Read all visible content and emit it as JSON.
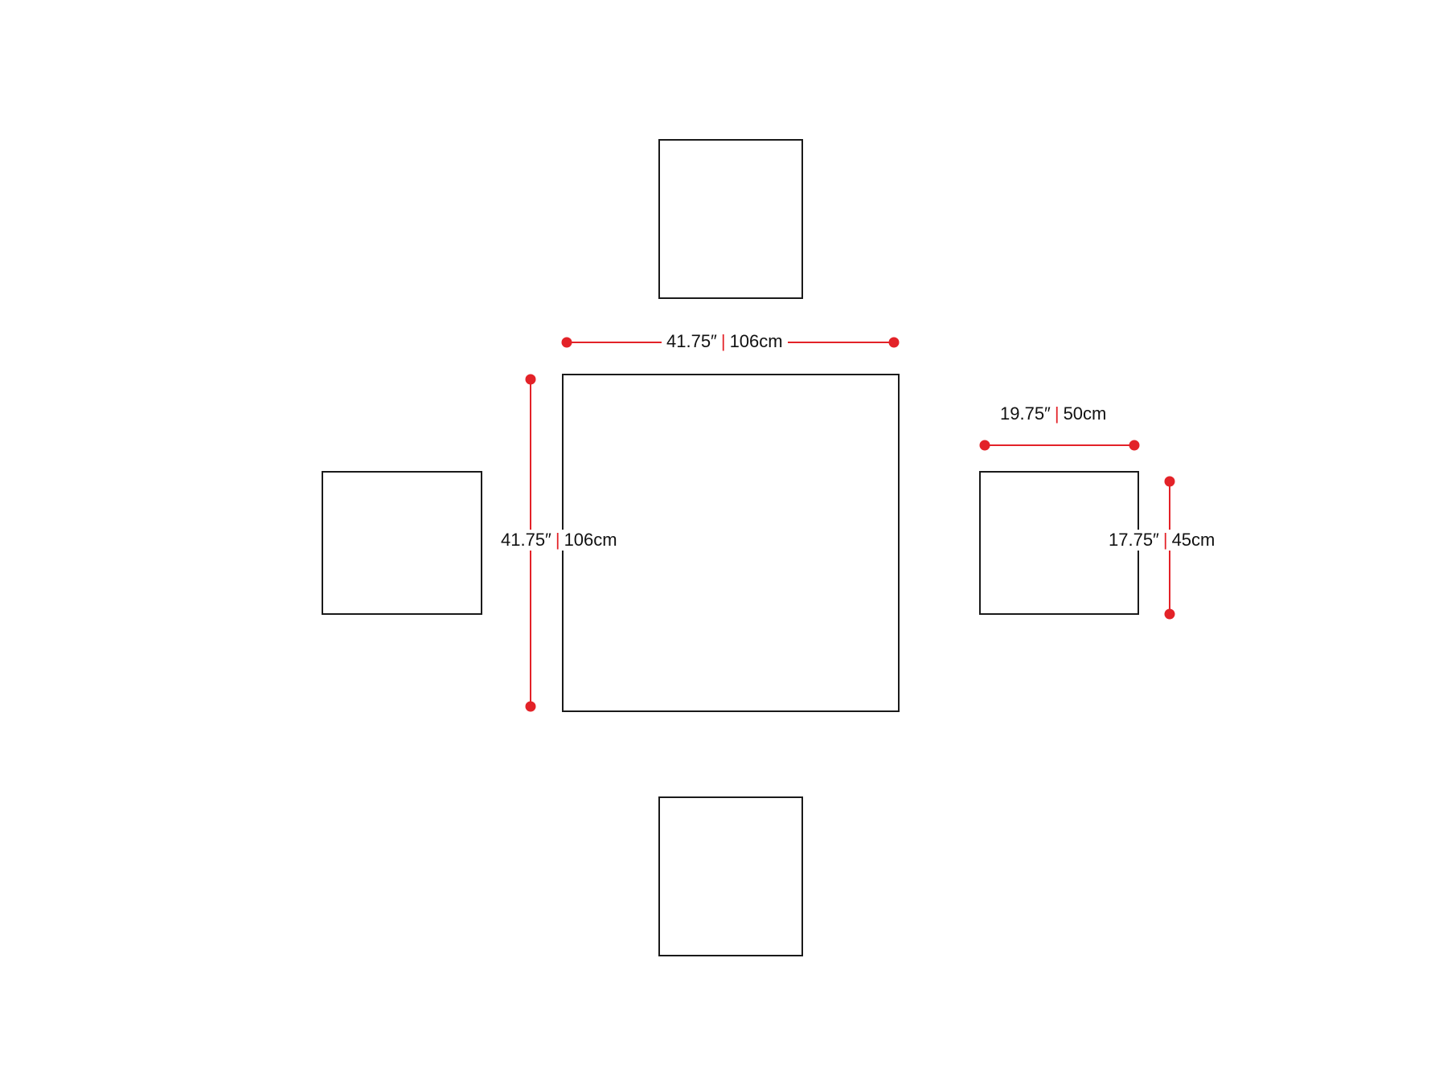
{
  "colors": {
    "outline": "#1a1a1a",
    "dimension": "#e32228"
  },
  "table": {
    "width": {
      "inches": "41.75″",
      "cm": "106cm"
    },
    "depth": {
      "inches": "41.75″",
      "cm": "106cm"
    }
  },
  "chair": {
    "width": {
      "inches": "19.75″",
      "cm": "50cm"
    },
    "depth": {
      "inches": "17.75″",
      "cm": "45cm"
    }
  },
  "separator": "|"
}
